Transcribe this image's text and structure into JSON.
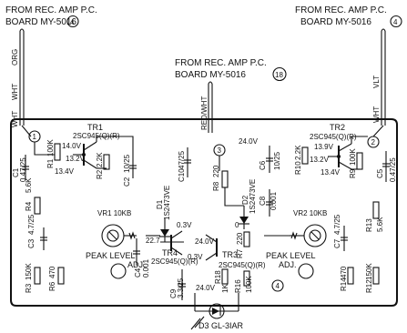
{
  "headers": {
    "left": [
      "FROM REC. AMP P.C.",
      "BOARD MY-5016"
    ],
    "left_circle": "4",
    "center": [
      "FROM REC. AMP P.C.",
      "BOARD MY-5016"
    ],
    "center_circle": "18",
    "right": [
      "FROM REC. AMP P.C.",
      "BOARD MY-5016"
    ],
    "right_circle": "4"
  },
  "wires": {
    "org": "ORG",
    "wht": "WHT",
    "red_wht": "RED/WHT",
    "vlt": "VLT"
  },
  "nodes": [
    "1",
    "2",
    "3",
    "4"
  ],
  "components": {
    "tr1": [
      "TR1",
      "2SC945(Q)(R)"
    ],
    "tr2": [
      "TR2",
      "2SC945(Q)(R)"
    ],
    "tr3": [
      "TR3",
      "2SC945(Q)(R)"
    ],
    "tr4": [
      "TR4",
      "2SC945(Q)(R)"
    ],
    "r1": [
      "R1",
      "100K"
    ],
    "r2": [
      "R2",
      "2.2K"
    ],
    "r3": [
      "R3",
      "150K"
    ],
    "r4": [
      "R4",
      "5.6K"
    ],
    "r6": [
      "R6",
      "470"
    ],
    "r7": [
      "R7",
      "220"
    ],
    "r8": [
      "R8",
      "220"
    ],
    "r9": [
      "R9",
      "100K"
    ],
    "r10": [
      "R10",
      "2.2K"
    ],
    "r12": [
      "R12",
      "150K"
    ],
    "r13": [
      "R13",
      "5.6K"
    ],
    "r14": [
      "R14",
      "470"
    ],
    "r16": [
      "R16",
      "100K"
    ],
    "r18": [
      "R18",
      "1K"
    ],
    "c1": [
      "C1",
      "0.47/25"
    ],
    "c2": [
      "C2",
      "10/25"
    ],
    "c3": [
      "C3",
      "4.7/25"
    ],
    "c4": [
      "C4",
      "0.001"
    ],
    "c5": [
      "C5",
      "0.47/25"
    ],
    "c6": [
      "C6",
      "10/25"
    ],
    "c7": [
      "C7",
      "4.7/25"
    ],
    "c8": [
      "C8",
      "0.001"
    ],
    "c9": [
      "C9",
      "3.3/25"
    ],
    "c10": [
      "C10",
      "47/25"
    ],
    "d1": [
      "D1",
      "1S2473VE"
    ],
    "d2": [
      "D2",
      "1S2473VE"
    ],
    "d3": "D3 GL-3IAR",
    "vr1": "VR1 10KB",
    "vr2": "VR2 10KB",
    "peak_left": [
      "PEAK LEVEL",
      "ADJ."
    ],
    "peak_right": [
      "PEAK LEVEL",
      "ADJ."
    ]
  },
  "voltages": {
    "tr1_c": "14.0V",
    "tr1_b": "13.2V",
    "tr1_e": "13.4V",
    "tr2_c": "13.9V",
    "tr2_b": "13.2V",
    "tr2_e": "13.4V",
    "supply": "24.0V",
    "d1_v": "0.3V",
    "d2_v": "0",
    "tr4_b": "22.7",
    "tr34_c": "24.0V",
    "tr34_e": "0.3V",
    "bottom": "24.0V"
  }
}
